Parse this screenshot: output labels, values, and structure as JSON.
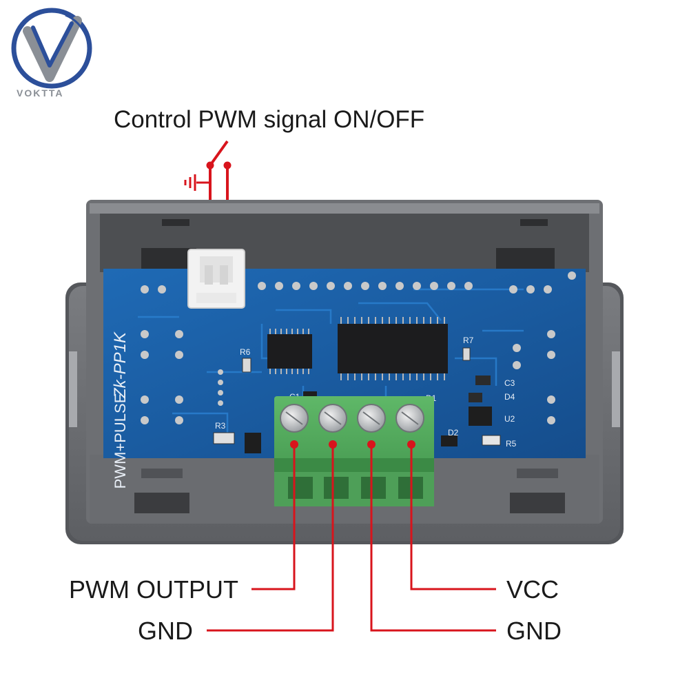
{
  "brand": {
    "name": "VOKTTA"
  },
  "labels": {
    "control": "Control PWM signal ON/OFF",
    "pwm_output": "PWM OUTPUT",
    "gnd_left": "GND",
    "vcc": "VCC",
    "gnd_right": "GND"
  },
  "board_text": {
    "model": "Zk-PP1K",
    "function": "PWM+PULSE",
    "refs": [
      "R6",
      "R7",
      "C3",
      "D4",
      "U2",
      "R3",
      "D2",
      "R5",
      "C1",
      "D1"
    ]
  },
  "colors": {
    "callout_red": "#d8141c",
    "pcb_blue": "#1a5a9e",
    "case_gray": "#6d6f73",
    "terminal_green": "#4fa55a",
    "brand_blue": "#2c4f9a",
    "brand_gray": "#8a8f96"
  }
}
